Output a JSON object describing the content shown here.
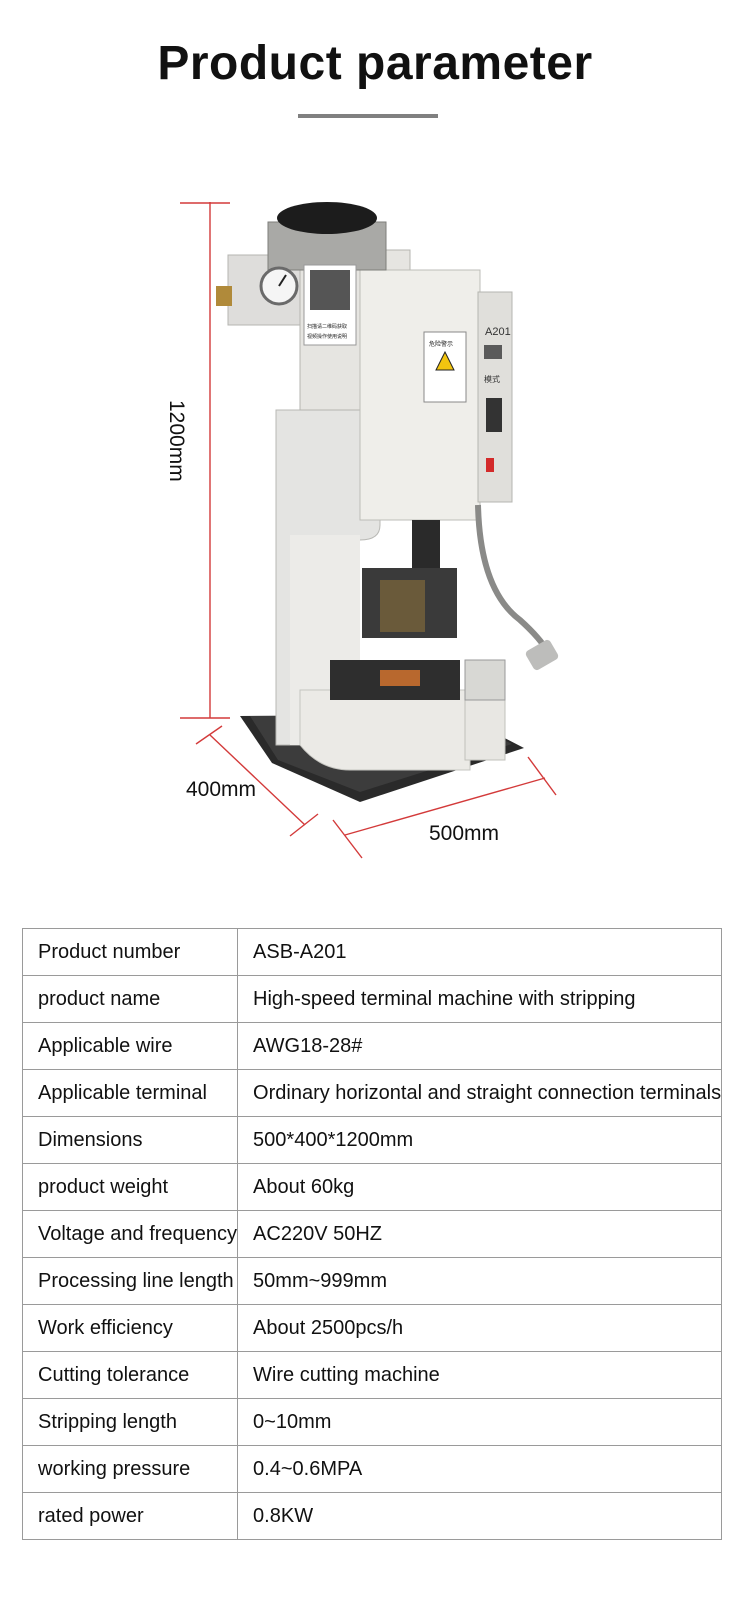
{
  "page": {
    "title": "Product parameter"
  },
  "dimensions": {
    "height": "1200mm",
    "depth": "400mm",
    "width": "500mm"
  },
  "machine_label": {
    "model_tag": "A201",
    "qr_caption_1": "扫描请二维码获取",
    "qr_caption_2": "视频操作使用说明",
    "warning_title": "危险警示",
    "panel_mode": "模式"
  },
  "colors": {
    "dimension_line": "#d33a3a",
    "rule": "#808080",
    "table_border": "#9a9a9a"
  },
  "parameters": [
    {
      "label": "Product number",
      "value": "ASB-A201"
    },
    {
      "label": "product name",
      "value": "High-speed terminal machine with stripping"
    },
    {
      "label": "Applicable wire",
      "value": "AWG18-28#"
    },
    {
      "label": "Applicable terminal",
      "value": "Ordinary horizontal and straight connection terminals"
    },
    {
      "label": "Dimensions",
      "value": "500*400*1200mm"
    },
    {
      "label": "product weight",
      "value": "About 60kg"
    },
    {
      "label": "Voltage and frequency",
      "value": "AC220V 50HZ"
    },
    {
      "label": "Processing line length",
      "value": "50mm~999mm"
    },
    {
      "label": "Work efficiency",
      "value": "About 2500pcs/h"
    },
    {
      "label": "Cutting tolerance",
      "value": "Wire cutting machine"
    },
    {
      "label": "Stripping length",
      "value": "0~10mm"
    },
    {
      "label": "working pressure",
      "value": "0.4~0.6MPA"
    },
    {
      "label": "rated power",
      "value": "0.8KW"
    }
  ]
}
